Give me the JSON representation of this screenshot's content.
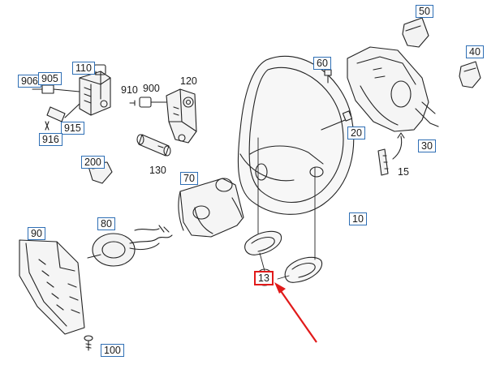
{
  "colors": {
    "box_border": "#2f6fb5",
    "highlight": "#e11a1a",
    "line": "#222222"
  },
  "callouts": {
    "c906": "906",
    "c905": "905",
    "c110": "110",
    "c910": "910",
    "c900": "900",
    "c120": "120",
    "c915": "915",
    "c916": "916",
    "c130": "130",
    "c200": "200",
    "c70": "70",
    "c80": "80",
    "c90": "90",
    "c100": "100",
    "c13": "13",
    "c10": "10",
    "c15": "15",
    "c20": "20",
    "c30": "30",
    "c40": "40",
    "c50": "50",
    "c60": "60"
  }
}
